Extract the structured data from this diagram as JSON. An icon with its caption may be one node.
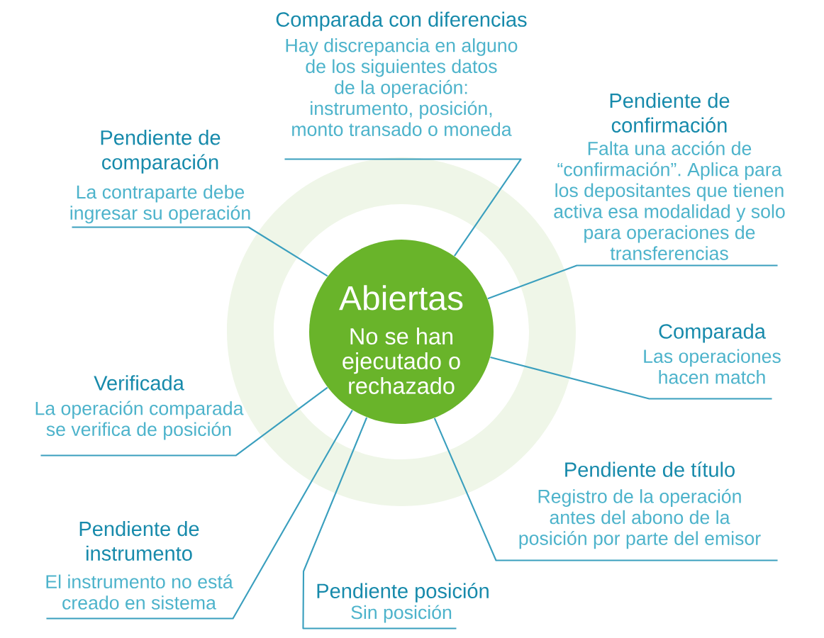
{
  "diagram": {
    "nodes": [
      {
        "text": [
          "Abiertas",
          "No se han ejecutado o rechazado"
        ]
      },
      {
        "text": [
          "Comparada con diferencias",
          "Hay discrepancia en alguno de los siguientes datos de la operación: instrumento, posición, monto transado o moneda"
        ]
      },
      {
        "text": [
          "Pendiente de confirmación",
          "Falta una acción de “confirmación”. Aplica para los depositantes que tienen activa esa modalidad y solo para operaciones de transferencias"
        ]
      },
      {
        "text": [
          "Pendiente de comparación",
          "La contraparte debe ingresar su operación"
        ]
      },
      {
        "text": [
          "Comparada",
          "Las operaciones hacen match"
        ]
      },
      {
        "text": [
          "Verificada",
          "La operación comparada se verifica de posición"
        ]
      },
      {
        "text": [
          "Pendiente de título",
          "Registro de la operación antes del abono de la posición por parte del emisor"
        ]
      },
      {
        "text": [
          "Pendiente de instrumento",
          "El instrumento no está creado en sistema"
        ]
      },
      {
        "text": [
          "Pendiente posición",
          "Sin posición"
        ]
      }
    ],
    "edges": [
      {
        "from": 1,
        "to": 0,
        "arrow": "none"
      },
      {
        "from": 2,
        "to": 0,
        "arrow": "none"
      },
      {
        "from": 3,
        "to": 0,
        "arrow": "none"
      },
      {
        "from": 4,
        "to": 0,
        "arrow": "none"
      },
      {
        "from": 5,
        "to": 0,
        "arrow": "none"
      },
      {
        "from": 6,
        "to": 0,
        "arrow": "none"
      },
      {
        "from": 7,
        "to": 0,
        "arrow": "none"
      },
      {
        "from": 8,
        "to": 0,
        "arrow": "none"
      }
    ]
  }
}
